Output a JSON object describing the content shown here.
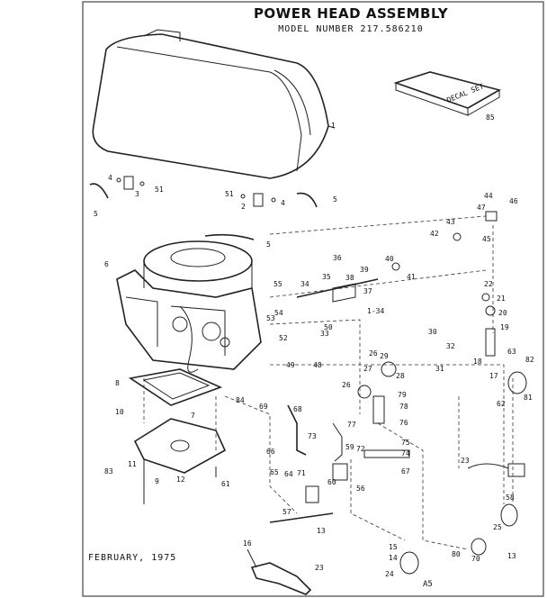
{
  "header": {
    "title": "POWER HEAD ASSEMBLY",
    "model": "MODEL NUMBER 217.586210"
  },
  "decal": {
    "text": "DECAL SET"
  },
  "footer": {
    "date": "FEBRUARY, 1975",
    "code": "A5"
  },
  "part_labels": [
    "1",
    "85",
    "4",
    "3",
    "51",
    "5",
    "2",
    "51",
    "4",
    "5",
    "44",
    "46",
    "47",
    "43",
    "42",
    "45",
    "5",
    "6",
    "40",
    "36",
    "35",
    "38",
    "39",
    "41",
    "55",
    "34",
    "37",
    "1-34",
    "54",
    "52",
    "53",
    "50",
    "33",
    "22",
    "21",
    "20",
    "19",
    "30",
    "32",
    "49",
    "48",
    "26",
    "29",
    "31",
    "27",
    "28",
    "18",
    "63",
    "82",
    "17",
    "62",
    "81",
    "8",
    "84",
    "26",
    "79",
    "78",
    "10",
    "7",
    "69",
    "68",
    "73",
    "77",
    "76",
    "75",
    "74",
    "67",
    "66",
    "65",
    "64",
    "71",
    "72",
    "59",
    "83",
    "11",
    "9",
    "12",
    "61",
    "60",
    "56",
    "23",
    "57",
    "58",
    "25",
    "13",
    "16",
    "15",
    "14",
    "24",
    "23",
    "80",
    "70",
    "13"
  ]
}
